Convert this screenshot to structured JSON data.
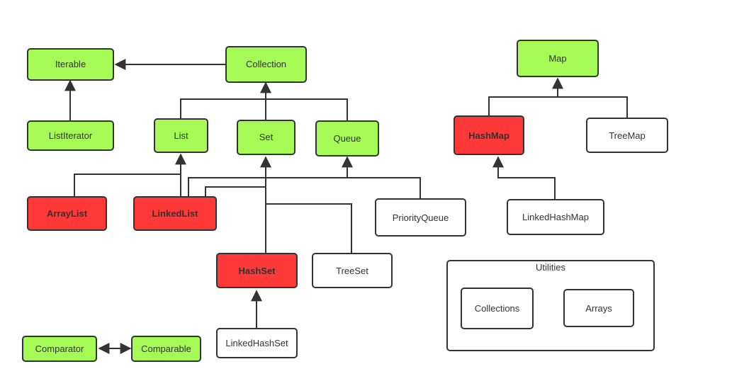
{
  "colors": {
    "interface": "#a5fa55",
    "implementation_highlight": "#ff3838",
    "plain": "#ffffff",
    "stroke": "#333333",
    "line": "#333333"
  },
  "nodes": {
    "iterable": {
      "label": "Iterable",
      "kind": "interface"
    },
    "collection": {
      "label": "Collection",
      "kind": "interface"
    },
    "list_iterator": {
      "label": "ListIterator",
      "kind": "interface"
    },
    "list": {
      "label": "List",
      "kind": "interface"
    },
    "set": {
      "label": "Set",
      "kind": "interface"
    },
    "queue": {
      "label": "Queue",
      "kind": "interface"
    },
    "array_list": {
      "label": "ArrayList",
      "kind": "implementation_highlight"
    },
    "linked_list": {
      "label": "LinkedList",
      "kind": "implementation_highlight"
    },
    "priority_queue": {
      "label": "PriorityQueue",
      "kind": "plain"
    },
    "hash_set": {
      "label": "HashSet",
      "kind": "implementation_highlight"
    },
    "tree_set": {
      "label": "TreeSet",
      "kind": "plain"
    },
    "linked_hash_set": {
      "label": "LinkedHashSet",
      "kind": "plain"
    },
    "comparator": {
      "label": "Comparator",
      "kind": "interface"
    },
    "comparable": {
      "label": "Comparable",
      "kind": "interface"
    },
    "map": {
      "label": "Map",
      "kind": "interface"
    },
    "hash_map": {
      "label": "HashMap",
      "kind": "implementation_highlight"
    },
    "tree_map": {
      "label": "TreeMap",
      "kind": "plain"
    },
    "linked_hash_map": {
      "label": "LinkedHashMap",
      "kind": "plain"
    },
    "utilities": {
      "label": "Utilities",
      "kind": "plain"
    },
    "collections": {
      "label": "Collections",
      "kind": "plain"
    },
    "arrays": {
      "label": "Arrays",
      "kind": "plain"
    }
  }
}
